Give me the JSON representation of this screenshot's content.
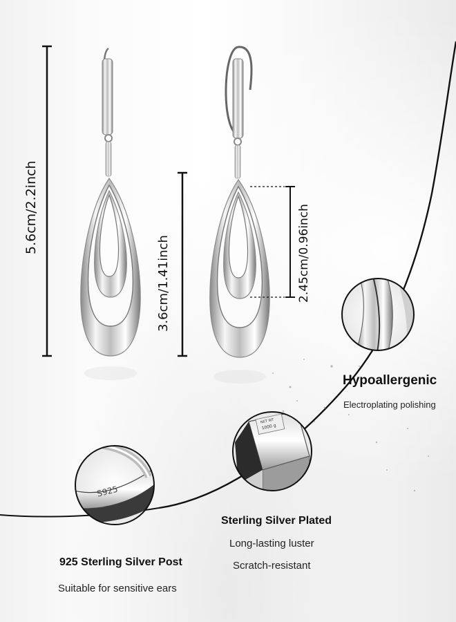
{
  "dimensions": {
    "total_length": "5.6cm/2.2inch",
    "pendant_length": "3.6cm/1.41inch",
    "inner_length": "2.45cm/0.96inch"
  },
  "features": {
    "hypoallergenic": {
      "title": "Hypoallergenic",
      "subtitle": "Electroplating polishing"
    },
    "sterling_plated": {
      "title": "Sterling Silver Plated",
      "lines": [
        "Long-lasting luster",
        "Scratch-resistant"
      ]
    },
    "sterling_post": {
      "title": "925 Sterling Silver Post",
      "subtitle": "Suitable for sensitive ears"
    }
  },
  "stamps": {
    "post_stamp": "S925",
    "bar_stamp_line1": "NET WT",
    "bar_stamp_line2": "1000 g"
  }
}
